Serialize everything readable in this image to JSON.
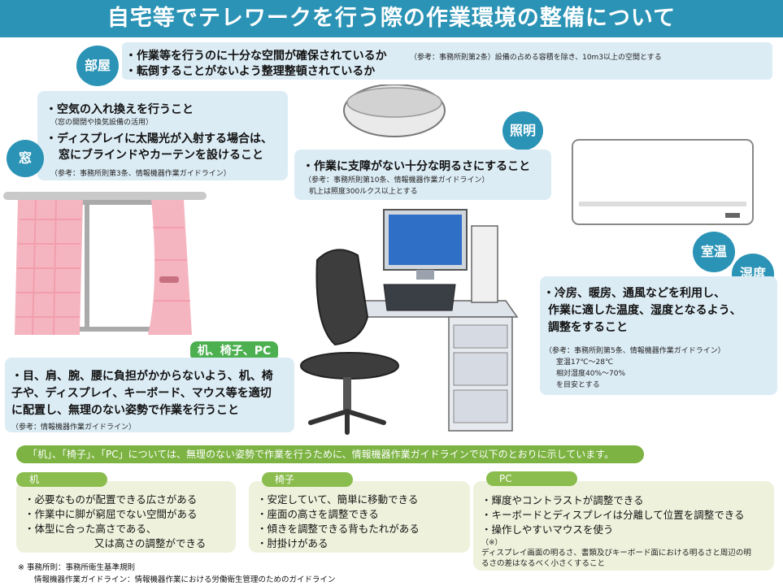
{
  "title": "自宅等でテレワークを行う際の作業環境の整備について",
  "room": {
    "label": "部屋",
    "line1": "・作業等を行うのに十分な空間が確保されているか",
    "note1": "（参考：事務所則第2条）設備の占める容積を除き、10m3以上の空間とする",
    "line2": "・転倒することがないよう整理整頓されているか"
  },
  "window": {
    "label": "窓",
    "line1": "・空気の入れ換えを行うこと",
    "note1": "（窓の開閉や換気設備の活用）",
    "line2a": "・ディスプレイに太陽光が入射する場合は、",
    "line2b": "窓にブラインドやカーテンを設けること",
    "note2": "（参考：事務所則第3条、情報機器作業ガイドライン）"
  },
  "lighting": {
    "label": "照明",
    "line1": "・作業に支障がない十分な明るさにすること",
    "note1": "（参考：事務所則第10条、情報機器作業ガイドライン）",
    "note2": "机上は照度300ルクス以上とする"
  },
  "climate": {
    "label1": "室温",
    "label2": "湿度",
    "line1": "・冷房、暖房、通風などを利用し、",
    "line2": "作業に適した温度、湿度となるよう、",
    "line3": "調整をすること",
    "note1": "（参考：事務所則第5条、情報機器作業ガイドライン）",
    "note2": "室温17℃～28℃",
    "note3": "相対湿度40%～70%",
    "note4": "を目安とする"
  },
  "desk": {
    "label": "机、椅子、PC",
    "line1": "・目、肩、腕、腰に負担がかからないよう、机、椅",
    "line2": "子や、ディスプレイ、キーボード、マウス等を適切",
    "line3": "に配置し、無理のない姿勢で作業を行うこと",
    "note1": "（参考：情報機器作業ガイドライン）"
  },
  "guideline_bar": "「机」、「椅子」、「PC」については、無理のない姿勢で作業を行うために、情報機器作業ガイドラインで以下のとおりに示しています。",
  "cols": {
    "desk": {
      "tab": "机",
      "items": [
        "・必要なものが配置できる広さがある",
        "・作業中に脚が窮屈でない空間がある",
        "・体型に合った高さである、",
        "又は高さの調整ができる"
      ]
    },
    "chair": {
      "tab": "椅子",
      "items": [
        "・安定していて、簡単に移動できる",
        "・座面の高さを調整できる",
        "・傾きを調整できる背もたれがある",
        "・肘掛けがある"
      ]
    },
    "pc": {
      "tab": "PC",
      "items": [
        "・輝度やコントラストが調整できる",
        "・キーボードとディスプレイは分離して位置を調整できる",
        "・操作しやすいマウスを使う"
      ],
      "note": "（※）",
      "note2": "ディスプレイ画面の明るさ、書類及びキーボード面における明るさと周辺の明",
      "note3": "るさの差はなるべく小さくすること"
    }
  },
  "footer": {
    "line1": "※ 事務所則：事務所衛生基準規則",
    "line2": "情報機器作業ガイドライン：情報機器作業における労働衛生管理のためのガイドライン"
  }
}
